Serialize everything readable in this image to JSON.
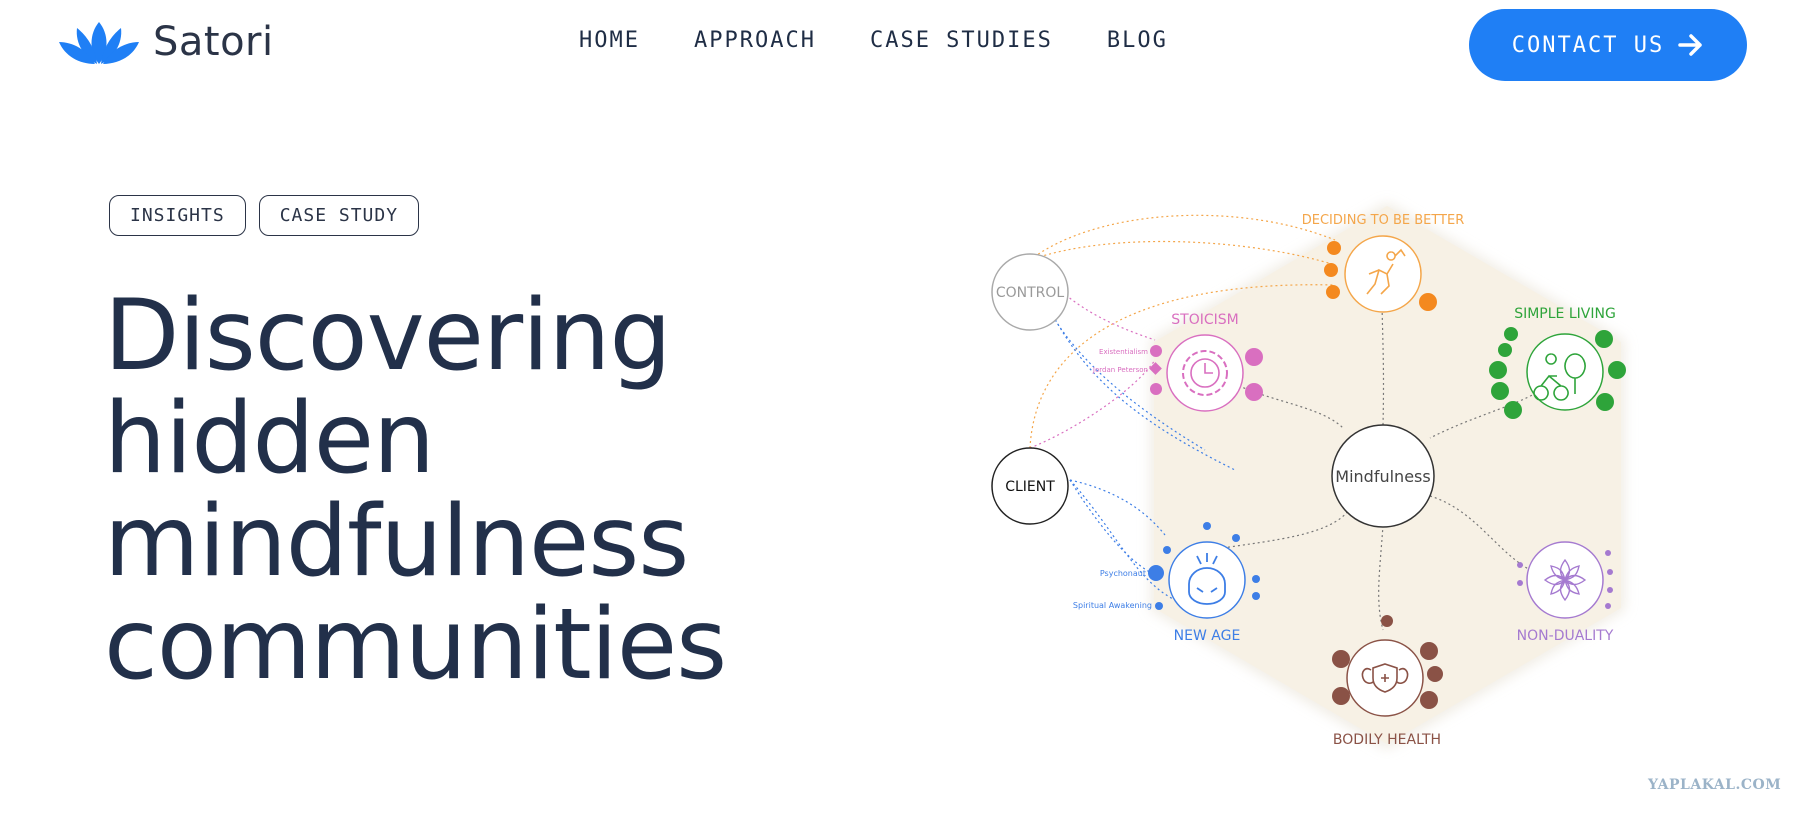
{
  "header": {
    "brand": "Satori",
    "nav": [
      {
        "label": "HOME"
      },
      {
        "label": "APPROACH"
      },
      {
        "label": "CASE STUDIES"
      },
      {
        "label": "BLOG"
      }
    ],
    "contact_label": "CONTACT US"
  },
  "hero": {
    "tags": [
      "INSIGHTS",
      "CASE STUDY"
    ],
    "headline": [
      "Discovering",
      "hidden",
      "mindfulness",
      "communities"
    ]
  },
  "diagram": {
    "center": "Mindfulness",
    "control": "CONTROL",
    "client": "CLIENT",
    "nodes": {
      "deciding": "DECIDING TO BE BETTER",
      "stoicism": "STOICISM",
      "simple_living": "SIMPLE LIVING",
      "new_age": "NEW AGE",
      "non_duality": "NON-DUALITY",
      "bodily_health": "BODILY HEALTH"
    },
    "sublabels": {
      "existentialism": "Existentialism",
      "jordan_peterson": "Jordan Peterson",
      "psychonaut": "Psychonaut",
      "spiritual_awakening": "Spiritual Awakening"
    }
  },
  "watermark": "YAPLAKAL.COM",
  "colors": {
    "accent": "#1f7ff5",
    "text": "#22304a",
    "orange": "#f4891f",
    "pink": "#d96fc0",
    "green": "#2ea43a",
    "blue": "#3d7ee6",
    "purple": "#a57ad0",
    "brown": "#8a5246",
    "hexagon": "#f7f1e5"
  },
  "icons": [
    "lotus-logo-icon",
    "arrow-right-icon"
  ]
}
